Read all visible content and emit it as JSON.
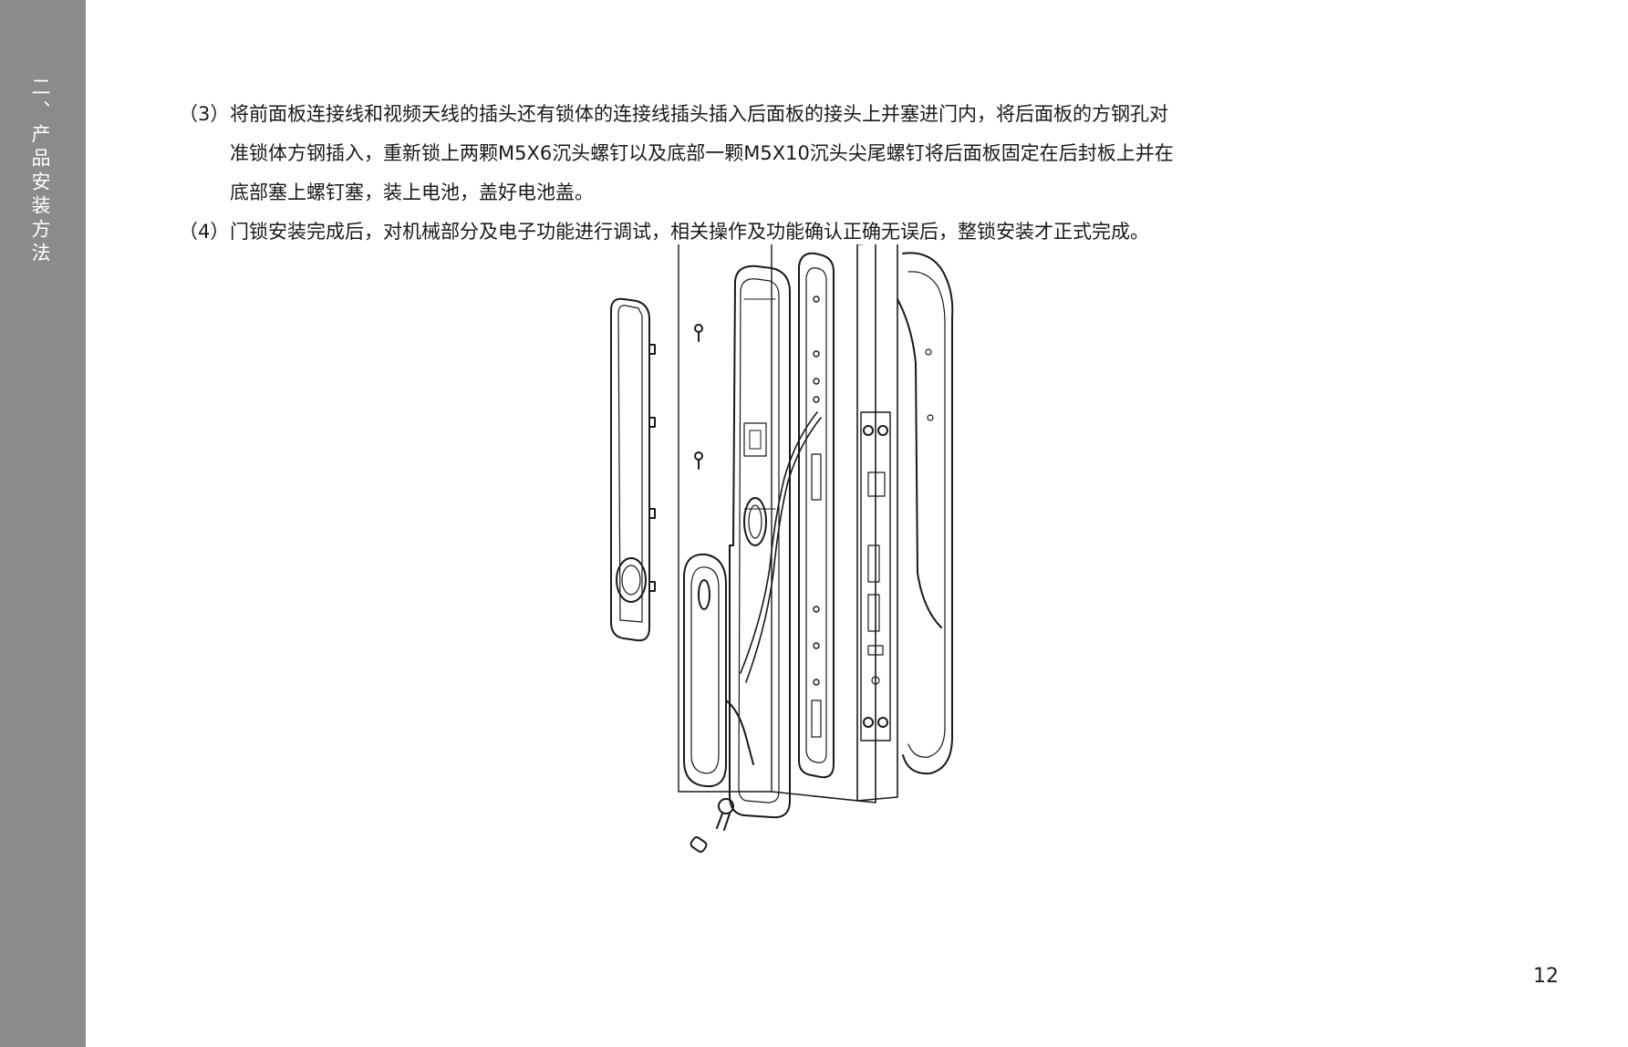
{
  "sidebar": {
    "title": "二、产品安装方法"
  },
  "steps": [
    {
      "number": "（3）",
      "lines": [
        "将前面板连接线和视频天线的插头还有锁体的连接线插头插入后面板的接头上并塞进门内，将后面板的方钢孔对",
        "准锁体方钢插入，重新锁上两颗M5X6沉头螺钉以及底部一颗M5X10沉头尖尾螺钉将后面板固定在后封板上并在",
        "底部塞上螺钉塞，装上电池，盖好电池盖。"
      ]
    },
    {
      "number": "（4）",
      "lines": [
        "门锁安装完成后，对机械部分及电子功能进行调试，相关操作及功能确认正确无误后，整锁安装才正式完成。"
      ]
    }
  ],
  "page_number": "12"
}
